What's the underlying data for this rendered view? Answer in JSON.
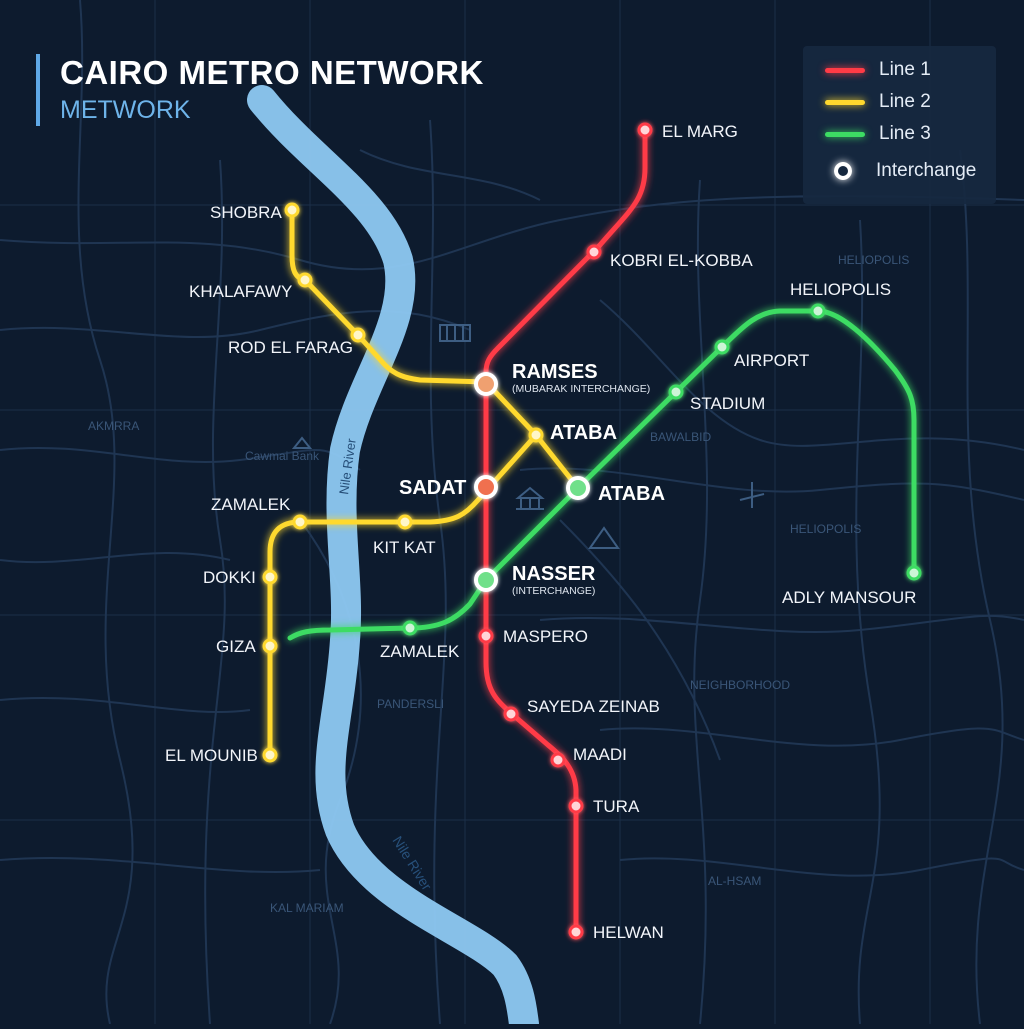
{
  "title": "CAIRO METRO NETWORK",
  "subtitle": "METWORK",
  "legend": {
    "line1": "Line 1",
    "line2": "Line 2",
    "line3": "Line 3",
    "interchange": "Interchange"
  },
  "colors": {
    "background": "#0d1b2e",
    "line1": "#ff3b46",
    "line2": "#ffd92e",
    "line3": "#3ddc63",
    "river": "#8ec9f2",
    "interchange_ring": "#ffffff"
  },
  "river_labels": [
    "Nile River",
    "Nile River"
  ],
  "district_labels": [
    "AKMRRA",
    "Cawmai Bank",
    "BAWALBID",
    "HELIOPOLIS",
    "HELIOPOLIS",
    "PANDERSLI",
    "NEIGHBORHOOD",
    "KAL MARIAM",
    "AL-HSAM"
  ],
  "stations": {
    "el_marg": "EL MARG",
    "kobri": "KOBRI EL-KOBBA",
    "ramses": "RAMSES",
    "ramses_note": "(MUBARAK INTERCHANGE)",
    "ataba_upper": "ATABA",
    "sadat": "SADAT",
    "ataba_lower": "ATABA",
    "nasser": "NASSER",
    "nasser_note": "(INTERCHANGE)",
    "maspero": "MASPERO",
    "sayeda": "SAYEDA ZEINAB",
    "maadi": "MAADI",
    "tura": "TURA",
    "helwan": "HELWAN",
    "shobra": "SHOBRA",
    "khalafawy": "KHALAFAWY",
    "rod_el_farag": "ROD EL FARAG",
    "zamalek_l2": "ZAMALEK",
    "kit_kat": "KIT KAT",
    "dokki": "DOKKI",
    "giza": "GIZA",
    "el_mounib": "EL MOUNIB",
    "zamalek_l3": "ZAMALEK",
    "stadium": "STADIUM",
    "airport": "AIRPORT",
    "heliopolis": "HELIOPOLIS",
    "adly_mansour": "ADLY MANSOUR"
  }
}
